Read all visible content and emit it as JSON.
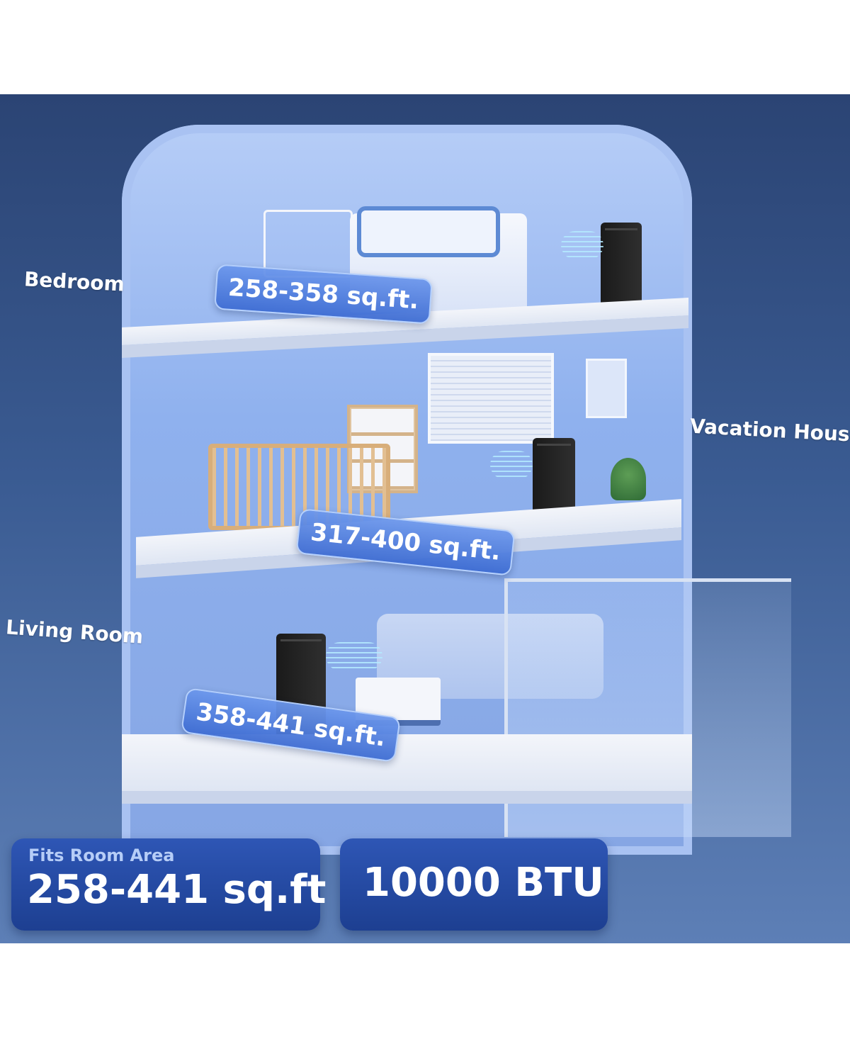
{
  "rooms": [
    {
      "name": "Bedroom",
      "area": "258-358 sq.ft."
    },
    {
      "name": "Vacation House",
      "area": "317-400 sq.ft."
    },
    {
      "name": "Living Room",
      "area": "358-441 sq.ft."
    }
  ],
  "stats": {
    "fits_caption": "Fits Room Area",
    "fits_value": "258-441 sq.ft",
    "btu_value": "10000 BTU"
  },
  "colors": {
    "background": "#2b4474",
    "badge": "#3e6cd2",
    "stat_box": "#2e56b5",
    "ac_unit": "#1a1a1a"
  }
}
